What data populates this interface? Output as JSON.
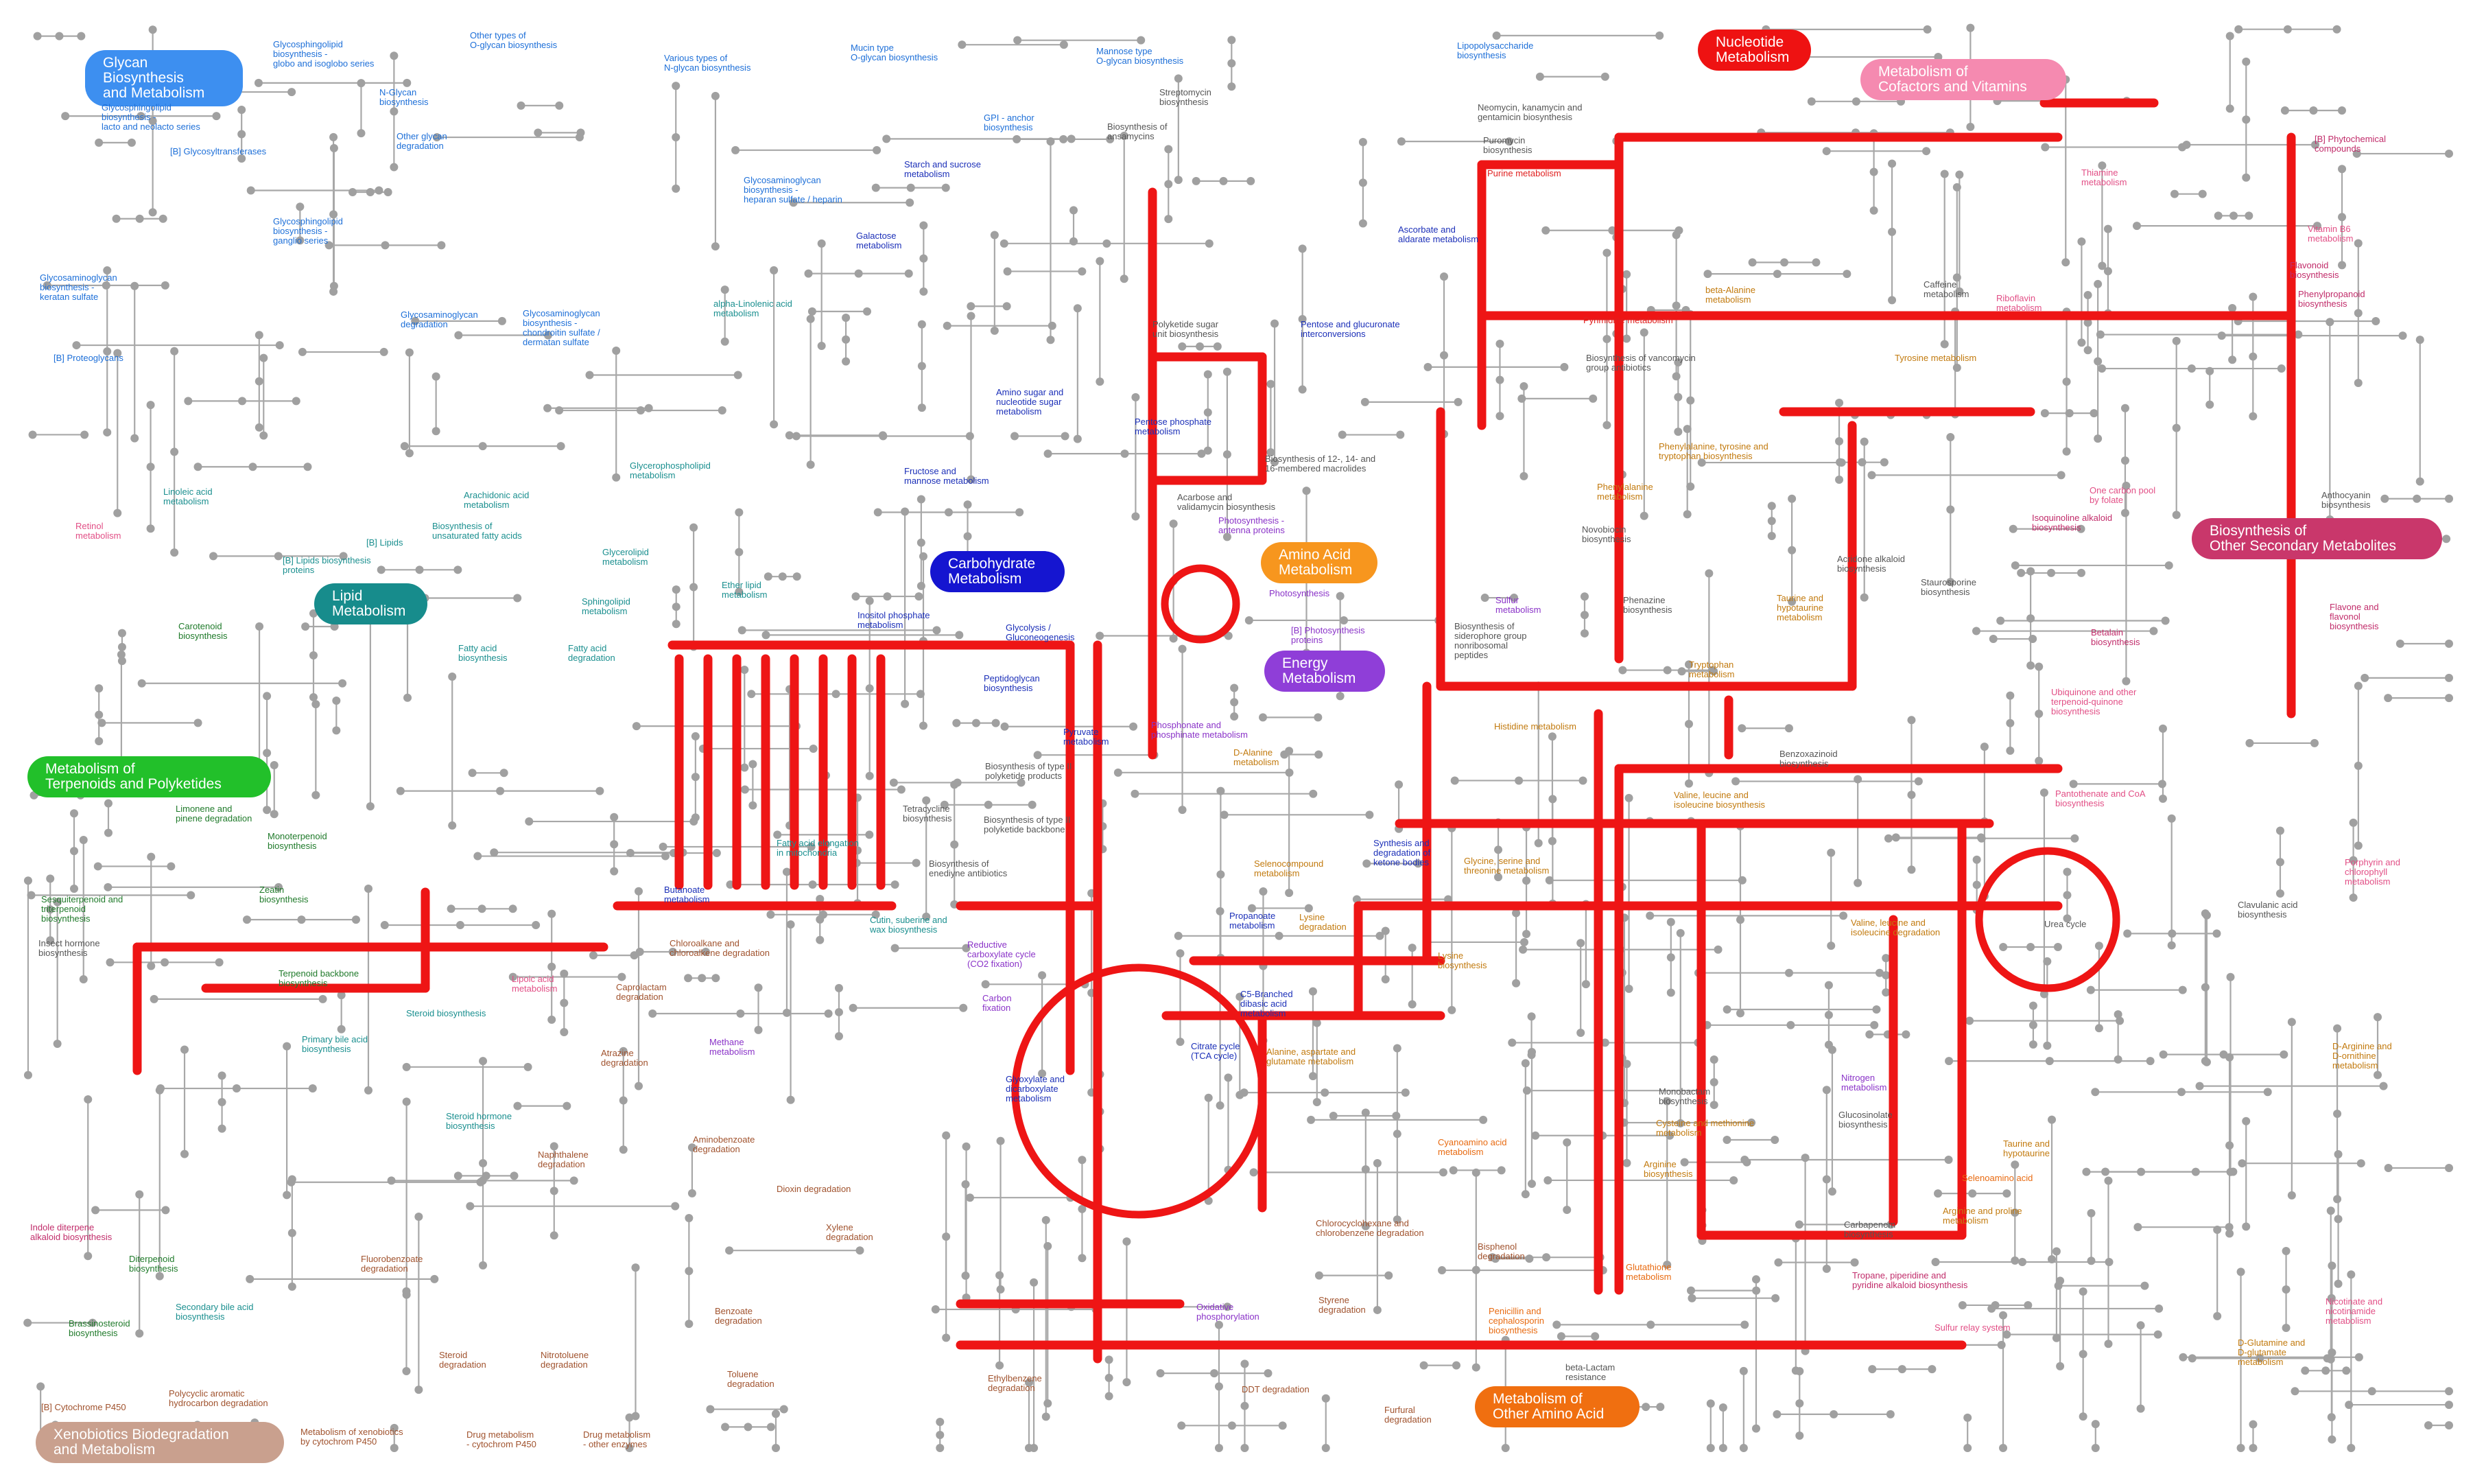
{
  "categories": {
    "glycan": {
      "label": "Glycan Biosynthesis\nand Metabolism",
      "color": "#3d8ff0"
    },
    "lipid": {
      "label": "Lipid\nMetabolism",
      "color": "#178c8c"
    },
    "terpenoids": {
      "label": "Metabolism of\nTerpenoids and Polyketides",
      "color": "#22c02a"
    },
    "xenobiotics": {
      "label": "Xenobiotics Biodegradation\nand Metabolism",
      "color": "#c9a08e"
    },
    "carbohydrate": {
      "label": "Carbohydrate\nMetabolism",
      "color": "#1515d0"
    },
    "amino_acid": {
      "label": "Amino Acid\nMetabolism",
      "color": "#f7961e"
    },
    "energy": {
      "label": "Energy\nMetabolism",
      "color": "#8f3ed8"
    },
    "nucleotide": {
      "label": "Nucleotide\nMetabolism",
      "color": "#ee1212"
    },
    "cofactors": {
      "label": "Metabolism of\nCofactors and Vitamins",
      "color": "#f58ab0"
    },
    "secondary": {
      "label": "Biosynthesis of\nOther Secondary Metabolites",
      "color": "#c9376b"
    },
    "other_amino": {
      "label": "Metabolism of\nOther Amino Acid",
      "color": "#f06f10"
    }
  },
  "pathway_labels": {
    "glycosphingolipid_globo": "Glycosphingolipid\nbiosynthesis -\nglobo and isoglobo series",
    "other_o_glycan": "Other types of\nO-glycan biosynthesis",
    "various_n_glycan": "Various types of\nN-glycan biosynthesis",
    "mucin_type": "Mucin type\nO-glycan biosynthesis",
    "mannose_type": "Mannose type\nO-glycan biosynthesis",
    "lipopolysaccharide": "Lipopolysaccharide\nbiosynthesis",
    "glycosphingolipid_lacto": "Glycosphingolipid\nbiosynthesis -\nlacto and neolacto series",
    "n_glycan": "N-Glycan\nbiosynthesis",
    "glycosyltransferases": "[B] Glycosyltransferases",
    "other_glycan": "Other glycan\ndegradation",
    "glycosphingolipid_ganglio": "Glycosphingolipid\nbiosynthesis -\nganglio series",
    "gag_keratan": "Glycosaminoglycan\nbiosynthesis -\nkeratan sulfate",
    "gag_degradation": "Glycosaminoglycan\ndegradation",
    "gag_chondroitin": "Glycosaminoglycan\nbiosynthesis -\nchondroitin sulfate /\ndermatan sulfate",
    "proteoglycans": "[B] Proteoglycans",
    "gag_heparan": "Glycosaminoglycan\nbiosynthesis -\nheparan sulfate / heparin",
    "gpi_anchor": "GPI - anchor\nbiosynthesis",
    "streptomycin": "Streptomycin\nbiosynthesis",
    "neomycin": "Neomycin, kanamycin and\ngentamicin biosynthesis",
    "ansamycins": "Biosynthesis of\nansamycins",
    "puromycin": "Puromycin\nbiosynthesis",
    "purine": "Purine metabolism",
    "starch_sucrose": "Starch and sucrose\nmetabolism",
    "galactose": "Galactose\nmetabolism",
    "alpha_linolenic": "alpha-Linolenic acid\nmetabolism",
    "thiamine": "Thiamine\nmetabolism",
    "phytochemical": "[B] Phytochemical\ncompounds",
    "vitamin_b6": "Vitamin B6\nmetabolism",
    "flavonoid": "Flavonoid\nbiosynthesis",
    "caffeine": "Caffeine\nmetabolism",
    "riboflavin": "Riboflavin\nmetabolism",
    "phenylpropanoid": "Phenylpropanoid\nbiosynthesis",
    "ascorbate": "Ascorbate and\naldarate metabolism",
    "beta_alanine": "beta-Alanine\nmetabolism",
    "pyrimidine": "Pyrimidine metabolism",
    "pentose_glucuronate": "Pentose and glucuronate\ninterconversions",
    "polyketide_sugar": "Polyketide sugar\nunit biosynthesis",
    "vancomycin": "Biosynthesis of vancomycin\ngroup antibiotics",
    "tyrosine": "Tyrosine metabolism",
    "amino_sugar": "Amino sugar and\nnucleotide sugar\nmetabolism",
    "pentose_phosphate": "Pentose phosphate\nmetabolism",
    "macrolides": "Biosynthesis of 12-, 14- and\n16-membered macrolides",
    "phe_tyr_trp": "Phenylalanine, tyrosine and\ntryptophan biosynthesis",
    "one_carbon": "One carbon pool\nby folate",
    "anthocyanin": "Anthocyanin\nbiosynthesis",
    "isoquinoline": "Isoquinoline alkaloid\nbiosynthesis",
    "linoleic": "Linoleic acid\nmetabolism",
    "arachidonic": "Arachidonic acid\nmetabolism",
    "glycerophospholipid": "Glycerophospholipid\nmetabolism",
    "fructose_mannose": "Fructose and\nmannose metabolism",
    "acarbose": "Acarbose and\nvalidamycin biosynthesis",
    "photosynthesis_proteins": "Photosynthesis -\nantenna proteins",
    "phenylalanine": "Phenylalanine\nmetabolism",
    "novobiocin": "Novobiocin\nbiosynthesis",
    "acridone": "Acridone alkaloid\nbiosynthesis",
    "retinol": "Retinol\nmetabolism",
    "unsaturated_fa": "Biosynthesis of\nunsaturated fatty acids",
    "lipids_brite": "[B] Lipids",
    "lipids_biosynthesis_proteins": "[B] Lipids biosynthesis\nproteins",
    "glycerolipid": "Glycerolipid\nmetabolism",
    "ether_lipid": "Ether lipid\nmetabolism",
    "inositol_phosphate": "Inositol phosphate\nmetabolism",
    "photosynthesis": "Photosynthesis",
    "sulfur": "Sulfur\nmetabolism",
    "phenazine": "Phenazine\nbiosynthesis",
    "taurine": "Taurine and\nhypotaurine\nmetabolism",
    "staurosporine": "Staurosporine\nbiosynthesis",
    "flavone": "Flavone and\nflavonol\nbiosynthesis",
    "carotenoid": "Carotenoid\nbiosynthesis",
    "sphingolipid": "Sphingolipid\nmetabolism",
    "fa_biosynthesis": "Fatty acid\nbiosynthesis",
    "fa_degradation": "Fatty acid\ndegradation",
    "glycolysis": "Glycolysis /\nGluconeogenesis",
    "photosynthesis_b": "[B] Photosynthesis\nproteins",
    "siderophore": "Biosynthesis of\nsiderophore group\nnonribosomal\npeptides",
    "tryptophan": "Tryptophan\nmetabolism",
    "betalain": "Betalain\nbiosynthesis",
    "peptidoglycan": "Peptidoglycan\nbiosynthesis",
    "ubiquinone": "Ubiquinone and other\nterpenoid-quinone\nbiosynthesis",
    "pyruvate": "Pyruvate\nmetabolism",
    "phosphonate": "Phosphonate and\nphosphinate metabolism",
    "histidine": "Histidine metabolism",
    "type2_polyketide": "Biosynthesis of type II\npolyketide products",
    "d_alanine": "D-Alanine\nmetabolism",
    "benzoxazinoid": "Benzoxazinoid\nbiosynthesis",
    "limonene": "Limonene and\npinene degradation",
    "monoterpenoid": "Monoterpenoid\nbiosynthesis",
    "tetracycline": "Tetracycline\nbiosynthesis",
    "type2_backbone": "Biosynthesis of type II\npolyketide backbone",
    "valine_biosynthesis": "Valine, leucine and\nisoleucine biosynthesis",
    "pantothenate": "Pantothenate and CoA\nbiosynthesis",
    "sesquiterpenoid": "Sesquiterpenoid and\ntriterpenoid\nbiosynthesis",
    "zeatin": "Zeatin\nbiosynthesis",
    "butanoate": "Butanoate\nmetabolism",
    "fa_elongation": "Fatty acid elongation\nin mitochondria",
    "enediyne": "Biosynthesis of\nenediyne antibiotics",
    "selenocompound": "Selenocompound\nmetabolism",
    "ketone_bodies": "Synthesis and\ndegradation of\nketone bodies",
    "glycine_serine": "Glycine, serine and\nthreonine metabolism",
    "urea_cycle": "Urea cycle",
    "porphyrin": "Porphyrin and\nchlorophyll\nmetabolism",
    "insect_hormone": "Insect hormone\nbiosynthesis",
    "cutin": "Cutin, suberine and\nwax biosynthesis",
    "reductive_carboxylate": "Reductive\ncarboxylate cycle\n(CO2 fixation)",
    "propanoate": "Propanoate\nmetabolism",
    "lysine_degradation": "Lysine\ndegradation",
    "lysine_biosynthesis": "Lysine\nbiosynthesis",
    "valine_degradation": "Valine, leucine and\nisoleucine degradation",
    "clavulanic": "Clavulanic acid\nbiosynthesis",
    "terpenoid_backbone": "Terpenoid backbone\nbiosynthesis",
    "chloroalkane": "Chloroalkane and\nchloroalkene degradation",
    "lipoic": "Lipoic acid\nmetabolism",
    "caprolactam": "Caprolactam\ndegradation",
    "steroid_biosynthesis": "Steroid biosynthesis",
    "carbon_fixation": "Carbon\nfixation",
    "c5_branched": "C5-Branched\ndibasic acid\nmetabolism",
    "d_arginine": "D-Arginine and\nD-ornithine\nmetabolism",
    "primary_bile": "Primary bile acid\nbiosynthesis",
    "atrazine": "Atrazine\ndegradation",
    "methane": "Methane\nmetabolism",
    "citrate_cycle": "Citrate cycle\n(TCA cycle)",
    "alanine_aspartate": "Alanine, aspartate and\nglutamate metabolism",
    "glyoxylate": "Glyoxylate and\ndicarboxylate\nmetabolism",
    "nitrogen": "Nitrogen\nmetabolism",
    "monobactam": "Monobactam\nbiosynthesis",
    "glucosinolate": "Glucosinolate\nbiosynthesis",
    "steroid_hormone": "Steroid hormone\nbiosynthesis",
    "naphthalene": "Naphthalene\ndegradation",
    "aminobenzoate": "Aminobenzoate\ndegradation",
    "cysteine_methionine": "Cysteine and methionine\nmetabolism",
    "cyanoamino": "Cyanoamino acid\nmetabolism",
    "arginine_biosynthesis": "Arginine\nbiosynthesis",
    "indole_diterpene": "Indole diterpene\nalkaloid biosynthesis",
    "dioxin": "Dioxin degradation",
    "xylene": "Xylene\ndegradation",
    "chlorocyclohexane": "Chlorocyclohexane and\nchlorobenzene degradation",
    "carbapenem": "Carbapenem\nbiosynthesis",
    "arginine_proline": "Arginine and proline\nmetabolism",
    "diterpenoid": "Diterpenoid\nbiosynthesis",
    "fluorobenzoate": "Fluorobenzoate\ndegradation",
    "bisphenol": "Bisphenol\ndegradation",
    "tropane": "Tropane, piperidine and\npyridine alkaloid biosynthesis",
    "glutathione": "Glutathione\nmetabolism",
    "brassinosteroid": "Brassinosteroid\nbiosynthesis",
    "secondary_bile": "Secondary bile acid\nbiosynthesis",
    "benzoate": "Benzoate\ndegradation",
    "oxidative_phosphorylation": "Oxidative\nphosphorylation",
    "styrene": "Styrene\ndegradation",
    "penicillin": "Penicillin and\ncephalosporin\nbiosynthesis",
    "nicotinate": "Nicotinate and\nnicotinamide\nmetabolism",
    "steroid_degradation": "Steroid\ndegradation",
    "nitrotoluene": "Nitrotoluene\ndegradation",
    "toluene": "Toluene\ndegradation",
    "beta_lactam": "beta-Lactam\nresistance",
    "d_glutamine": "D-Glutamine and\nD-glutamate\nmetabolism",
    "cytochrome_p450": "[B] Cytochrome P450",
    "polycyclic_aromatic": "Polycyclic aromatic\nhydrocarbon degradation",
    "ethylbenzene": "Ethylbenzene\ndegradation",
    "ddt": "DDT degradation",
    "furfural": "Furfural\ndegradation",
    "xenobiotics_p450": "Metabolism of xenobiotics\nby cytochrom P450",
    "drug_p450": "Drug metabolism\n- cytochrom P450",
    "drug_other": "Drug metabolism\n- other enzymes",
    "taurine_short": "Taurine and\nhypotaurine",
    "selenoamino": "Selenoamino acid",
    "sulfur_relay": "Sulfur relay system"
  }
}
